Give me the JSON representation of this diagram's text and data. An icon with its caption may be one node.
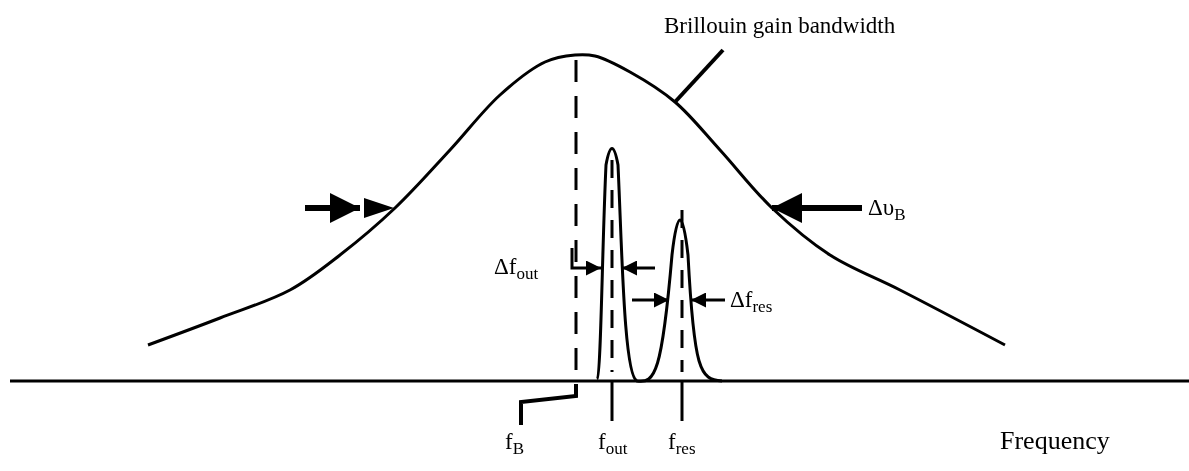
{
  "diagram": {
    "nodes": [
      {
        "text": [
          "Brillouin gain bandwidth"
        ]
      },
      {
        "text": [],
        "shape": "curve"
      },
      {
        "text": [
          "f$_{B}$"
        ]
      }
    ],
    "edges": [
      {
        "from": 0,
        "to": 1,
        "arrow": "none"
      },
      {
        "from": 2,
        "to": null,
        "arrow": "none"
      }
    ],
    "labels": [
      "Δυ$_{B}$",
      "Δf$_{out}$",
      "Δf$_{res}$",
      "f$_{out}$",
      "f$_{res}$",
      "Frequency"
    ]
  }
}
